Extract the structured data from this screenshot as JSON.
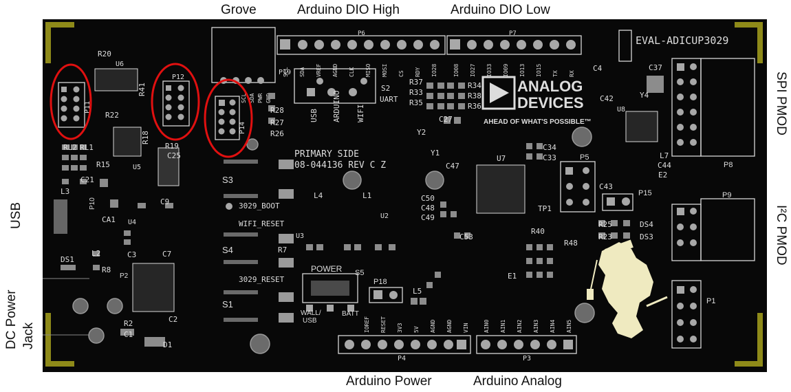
{
  "external_labels": {
    "grove": "Grove",
    "dio_high": "Arduino DIO High",
    "dio_low": "Arduino DIO Low",
    "power": "Arduino Power",
    "analog": "Arduino Analog",
    "usb": "USB",
    "dc_power_jack": "DC Power\nJack",
    "spi_pmod": "SPI PMOD",
    "i2c_pmod": "I²C PMOD"
  },
  "silkscreen": {
    "board_name": "EVAL-ADICUP3029",
    "brand_line1": "ANALOG",
    "brand_line2": "DEVICES",
    "tagline": "AHEAD OF WHAT'S POSSIBLE™",
    "primary_side": "PRIMARY SIDE",
    "rev": "08-044136 REV C Z",
    "btn_boot": "3029_BOOT",
    "btn_wifi_reset": "WIFI_RESET",
    "btn_reset": "3029_RESET",
    "power_label": "POWER",
    "uart_label": "UART",
    "wall_usb": "WALL/\nUSB",
    "batt": "BATT",
    "p6": "P6",
    "p7": "P7",
    "p4": "P4",
    "p3": "P3",
    "p8": "P8",
    "p9": "P9",
    "p1": "P1",
    "p5": "P5",
    "p11": "P11",
    "p12": "P12",
    "p14": "P14",
    "p15": "P15",
    "p18": "P18",
    "p19": "P19",
    "p2": "P2",
    "p10": "P10",
    "u7": "U7",
    "u8": "U8",
    "u6": "U6",
    "u5": "U5",
    "u3": "U3",
    "u4": "U4",
    "u2": "U2",
    "s1": "S1",
    "s2": "S2",
    "s3": "S3",
    "s4": "S4",
    "s5": "S5",
    "p6_pins": [
      "SCL",
      "SDA",
      "VREF",
      "AGND",
      "CLK",
      "MISO",
      "MOSI",
      "CS",
      "RDY",
      "IO28"
    ],
    "p7_pins": [
      "IO08",
      "IO27",
      "IO33",
      "IO09",
      "IO13",
      "IO15",
      "TX",
      "RX"
    ],
    "p4_pins": [
      "IOREF",
      "RESET",
      "3V3",
      "5V",
      "AGND",
      "AGND",
      "VIN"
    ],
    "p3_pins": [
      "AIN0",
      "AIN1",
      "AIN2",
      "AIN3",
      "AIN4",
      "AIN5"
    ],
    "s2_pins": [
      "USB",
      "ARDUINO",
      "WIFI"
    ],
    "p14_pins": [
      "SCL",
      "SDA",
      "PWR",
      "GND"
    ]
  }
}
